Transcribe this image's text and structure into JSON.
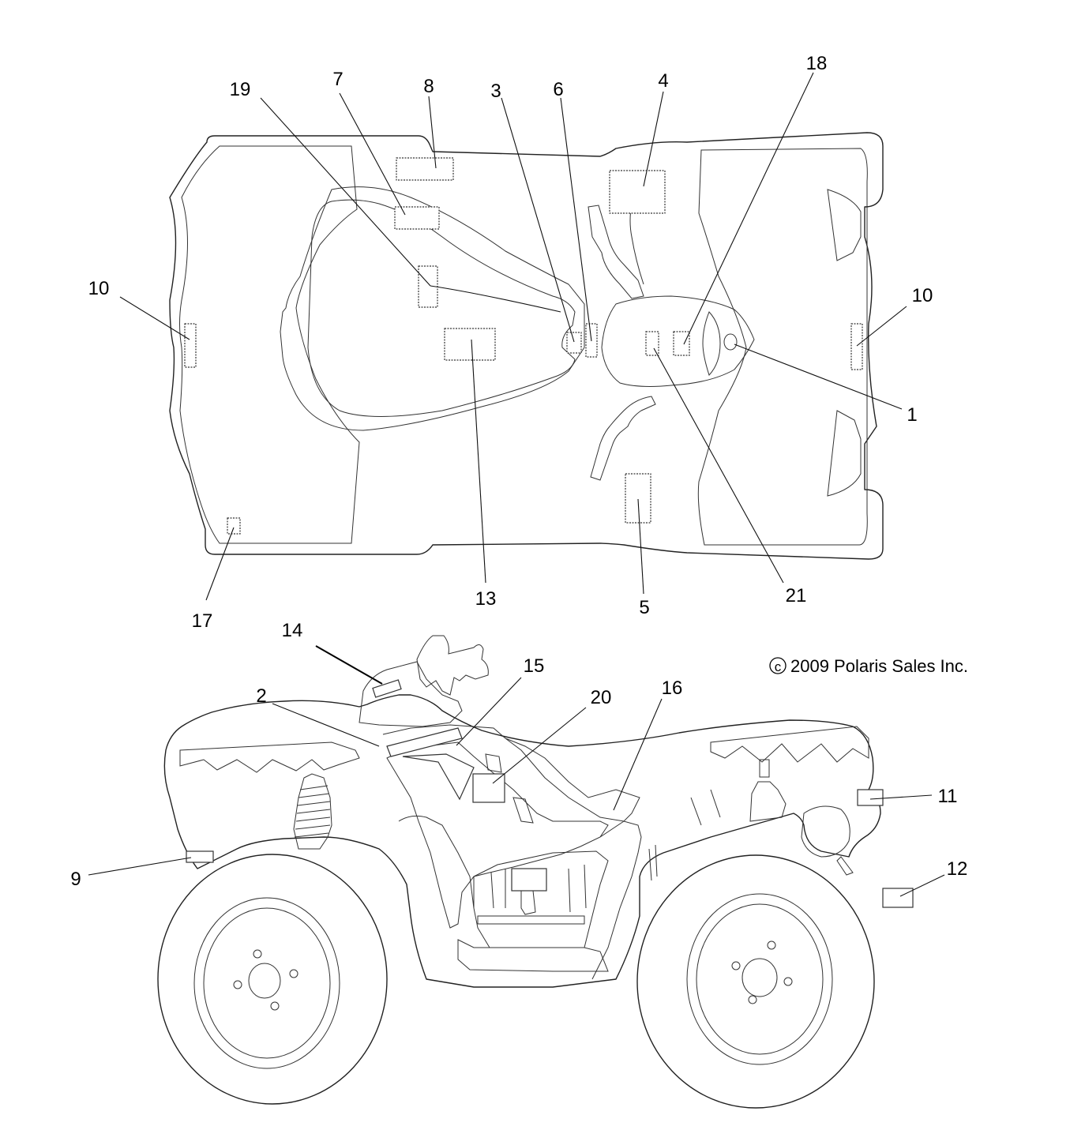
{
  "diagram": {
    "top_view_callouts": [
      "19",
      "7",
      "8",
      "3",
      "6",
      "4",
      "18",
      "10",
      "10",
      "1",
      "13",
      "5",
      "21",
      "17"
    ],
    "side_view_callouts": [
      "14",
      "15",
      "2",
      "20",
      "16",
      "11",
      "9",
      "12"
    ],
    "copyright": "2009 Polaris Sales Inc.",
    "copyright_symbol": "c"
  }
}
